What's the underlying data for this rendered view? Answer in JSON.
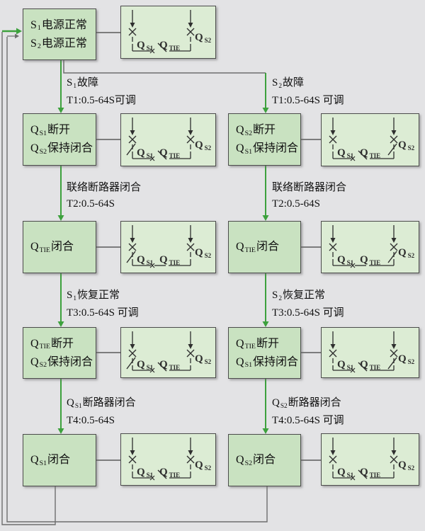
{
  "palette": {
    "bg": "#e3e3e5",
    "state_fill": "#c9e2c1",
    "circuit_fill": "#dcecd4",
    "box_border": "#4c4c4c",
    "wire_gray": "#6e6e6e",
    "circuit_stroke": "#2e2e2e",
    "arrow_green": "#3da13d",
    "text": "#111111"
  },
  "breaker_labels": {
    "left": "Q_{S1}",
    "middle": "Q_{TIE}",
    "right": "Q_{S2}"
  },
  "state_boxes": [
    {
      "id": "b1",
      "lines": [
        "S_{1}电源正常",
        "S_{2}电源正常"
      ]
    },
    {
      "id": "b2l",
      "lines": [
        "Q_{S1}断开",
        "Q_{S2}保持闭合"
      ]
    },
    {
      "id": "b2r",
      "lines": [
        "Q_{S2}断开",
        "Q_{S1}保持闭合"
      ]
    },
    {
      "id": "b3l",
      "lines": [
        "Q_{TIE}闭合"
      ]
    },
    {
      "id": "b3r",
      "lines": [
        "Q_{TIE}闭合"
      ]
    },
    {
      "id": "b4l",
      "lines": [
        "Q_{TIE}断开",
        "Q_{S2}保持闭合"
      ]
    },
    {
      "id": "b4r",
      "lines": [
        "Q_{TIE}断开",
        "Q_{S1}保持闭合"
      ]
    },
    {
      "id": "b5l",
      "lines": [
        "Q_{S1}闭合"
      ]
    },
    {
      "id": "b5r",
      "lines": [
        "Q_{S2}闭合"
      ]
    }
  ],
  "transition_labels": [
    {
      "id": "t1l",
      "lines": [
        "S_{1}故障",
        "T1:0.5-64S可调"
      ]
    },
    {
      "id": "t1r",
      "lines": [
        "S_{2}故障",
        "T1:0.5-64S 可调"
      ]
    },
    {
      "id": "t2l",
      "lines": [
        "联络断路器闭合",
        "T2:0.5-64S"
      ]
    },
    {
      "id": "t2r",
      "lines": [
        "联络断路器闭合",
        "T2:0.5-64S"
      ]
    },
    {
      "id": "t3l",
      "lines": [
        "S_{1}恢复正常",
        "T3:0.5-64S 可调"
      ]
    },
    {
      "id": "t3r",
      "lines": [
        "S_{2}恢复正常",
        "T3:0.5-64S 可调"
      ]
    },
    {
      "id": "t4l",
      "lines": [
        "Q_{S1}断路器闭合",
        "T4:0.5-64S"
      ]
    },
    {
      "id": "t4r",
      "lines": [
        "Q_{S2}断路器闭合",
        "T4:0.5-64S 可调"
      ]
    }
  ],
  "circuits": [
    {
      "id": "c1",
      "qs1": "closed",
      "qtie": "open",
      "qs2": "closed"
    },
    {
      "id": "c2l",
      "qs1": "open",
      "qtie": "open",
      "qs2": "closed"
    },
    {
      "id": "c2r",
      "qs1": "closed",
      "qtie": "open",
      "qs2": "open"
    },
    {
      "id": "c3l",
      "qs1": "open",
      "qtie": "closed",
      "qs2": "closed"
    },
    {
      "id": "c3r",
      "qs1": "closed",
      "qtie": "closed",
      "qs2": "open"
    },
    {
      "id": "c4l",
      "qs1": "open",
      "qtie": "open",
      "qs2": "closed"
    },
    {
      "id": "c4r",
      "qs1": "closed",
      "qtie": "open",
      "qs2": "open"
    },
    {
      "id": "c5l",
      "qs1": "closed",
      "qtie": "open",
      "qs2": "closed"
    },
    {
      "id": "c5r",
      "qs1": "closed",
      "qtie": "open",
      "qs2": "closed"
    }
  ]
}
